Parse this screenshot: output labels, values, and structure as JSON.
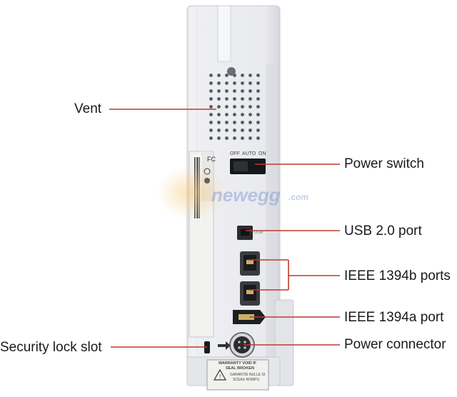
{
  "callouts": {
    "vent": "Vent",
    "power_switch": "Power switch",
    "usb_port": "USB 2.0 port",
    "ieee1394b_ports": "IEEE 1394b ports",
    "ieee1394a_port": "IEEE 1394a port",
    "power_connector": "Power connector",
    "security_lock_slot": "Security lock slot"
  },
  "switch_markings": {
    "off": "OFF",
    "auto": "AUTO",
    "on": "ON"
  },
  "usb_marking": "USB",
  "warranty_sticker": {
    "line1": "WARRANTY VOID IF",
    "line2": "SEAL BROKEN",
    "line3": "GARANTIE NULLE SI",
    "line4": "SCEAU ROMPU"
  },
  "watermark": {
    "brand": "newegg",
    "suffix": ".com"
  },
  "colors": {
    "callout_line": "#c0392b",
    "device_body": "#ebecf0",
    "label_text": "#1a1a1a"
  }
}
